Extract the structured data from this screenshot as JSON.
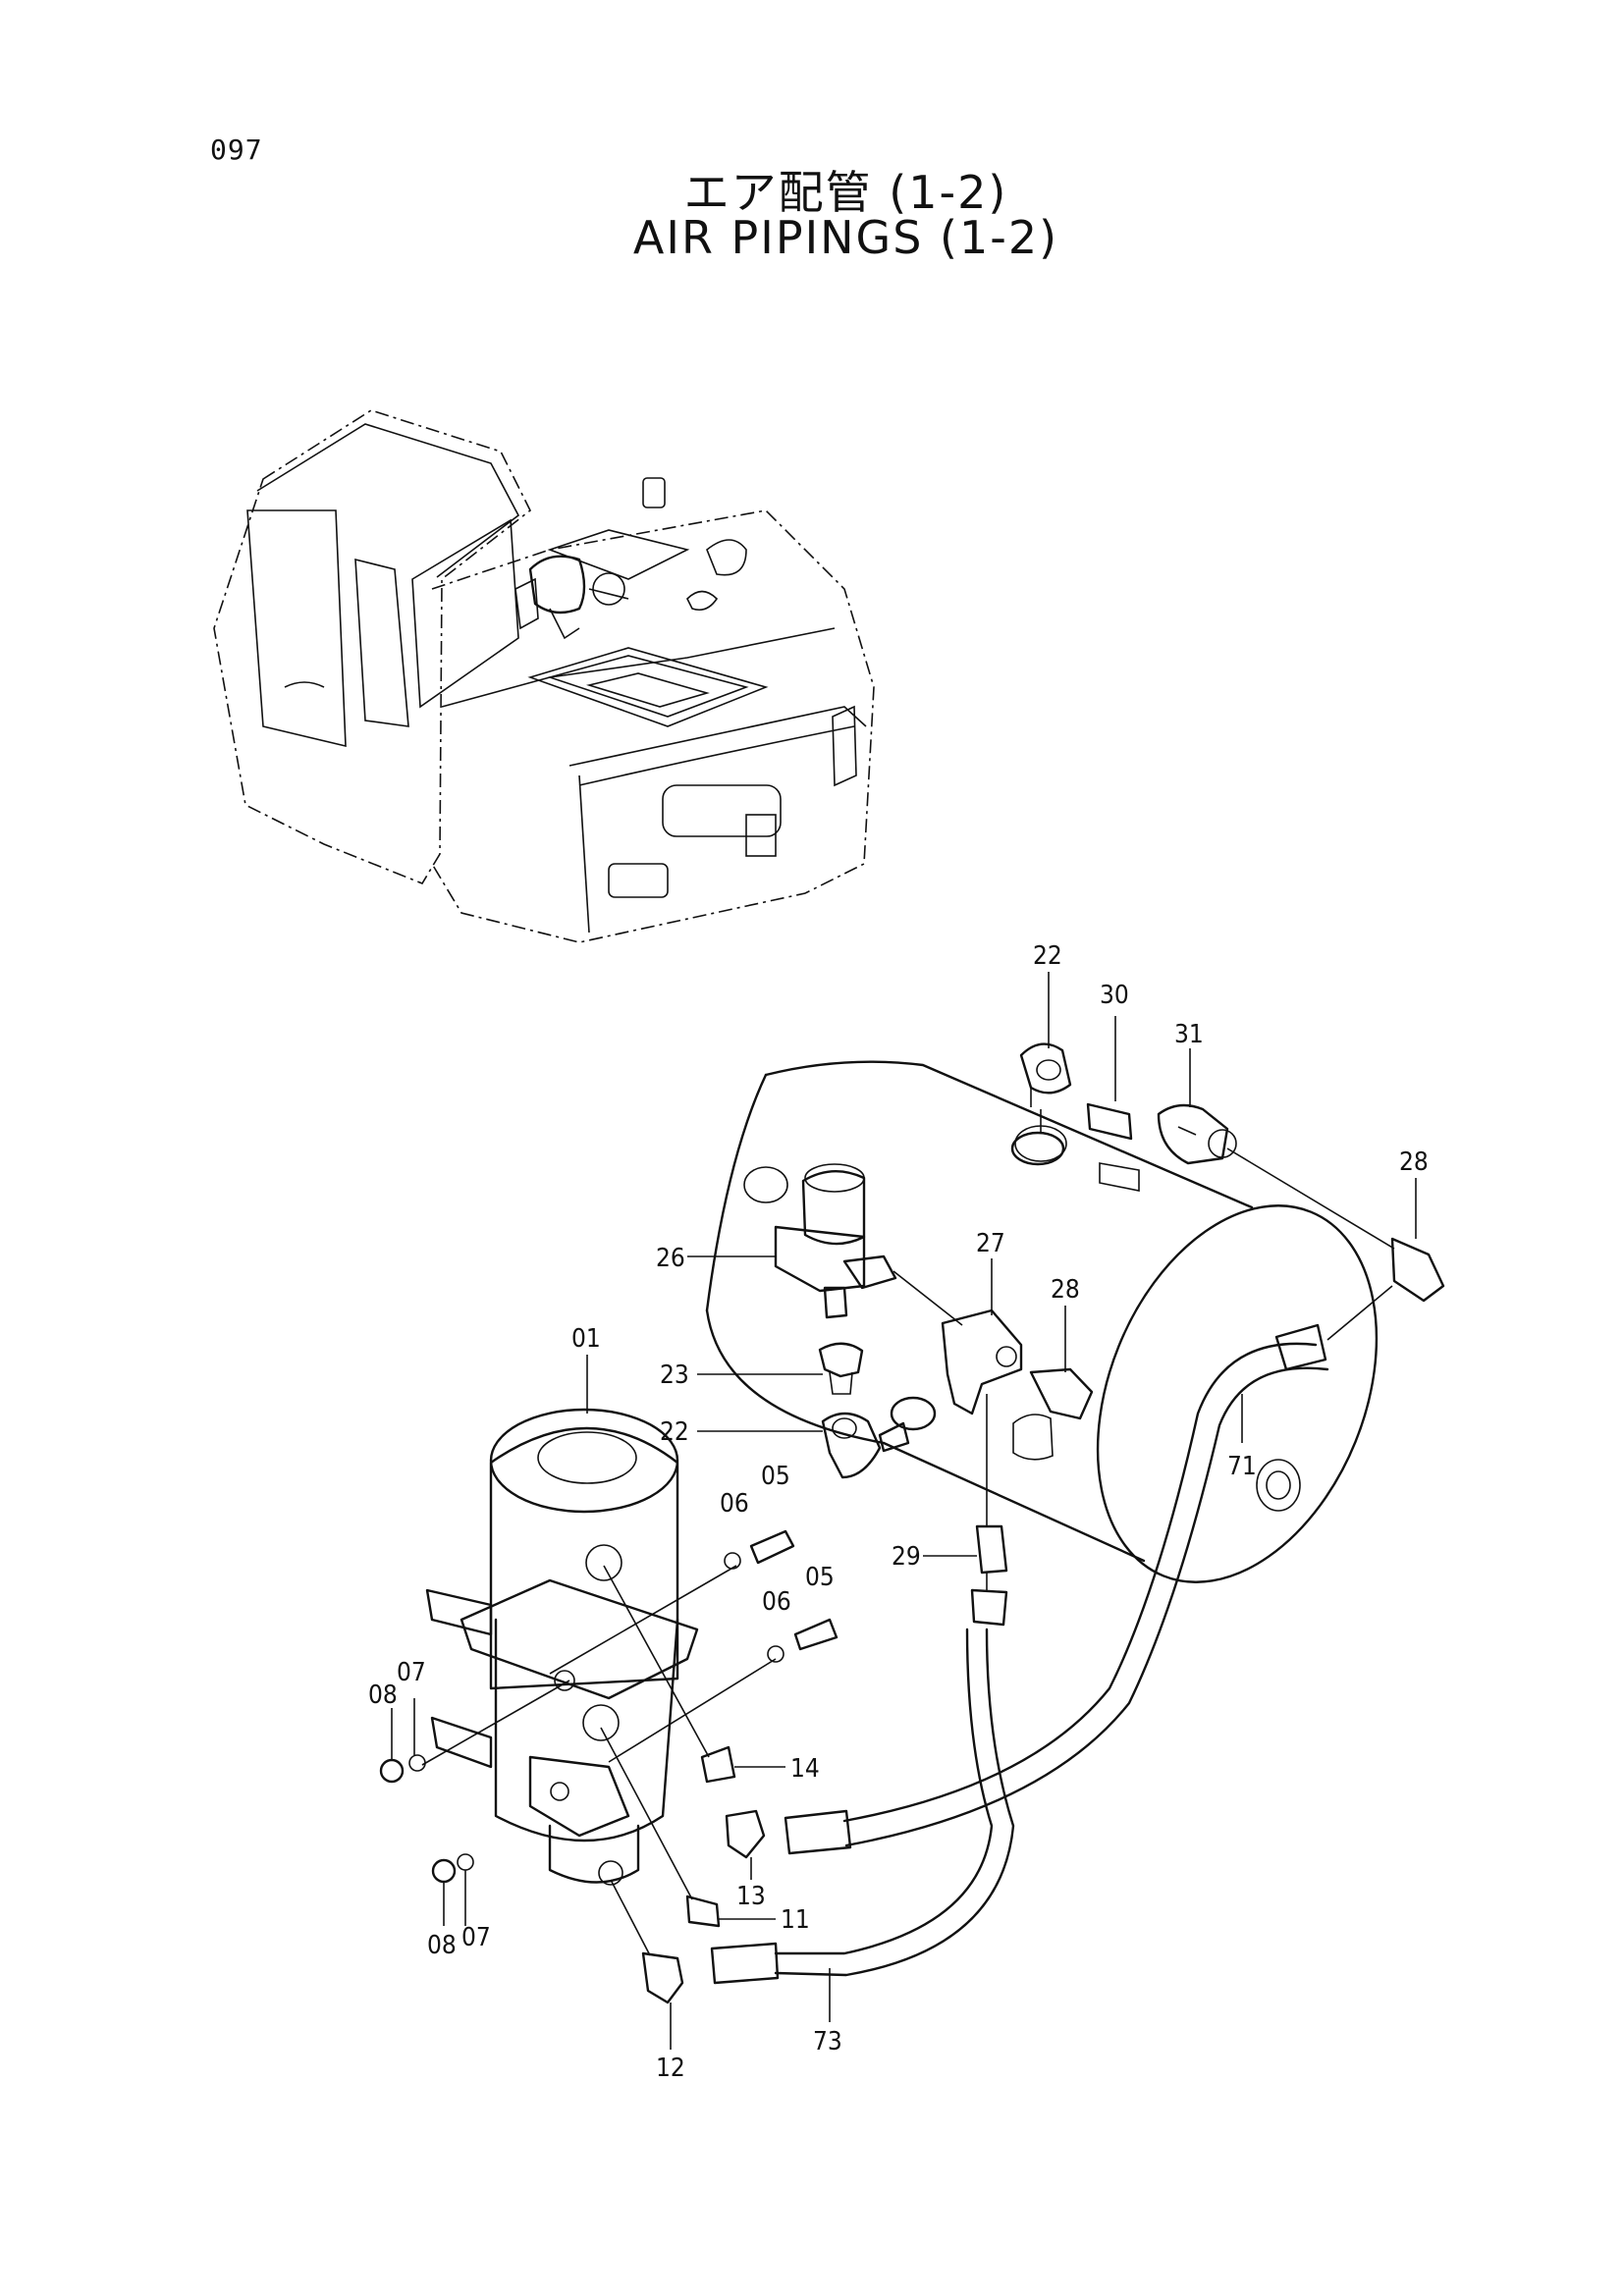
{
  "page": {
    "number": "097",
    "title_jp": "エア配管 (1-2)",
    "title_en": "AIR PIPINGS (1-2)"
  },
  "callouts": [
    {
      "id": "c22a",
      "label": "22"
    },
    {
      "id": "c30",
      "label": "30"
    },
    {
      "id": "c31",
      "label": "31"
    },
    {
      "id": "c28a",
      "label": "28"
    },
    {
      "id": "c26",
      "label": "26"
    },
    {
      "id": "c27",
      "label": "27"
    },
    {
      "id": "c28b",
      "label": "28"
    },
    {
      "id": "c01",
      "label": "01"
    },
    {
      "id": "c23",
      "label": "23"
    },
    {
      "id": "c22b",
      "label": "22"
    },
    {
      "id": "c05a",
      "label": "05"
    },
    {
      "id": "c06a",
      "label": "06"
    },
    {
      "id": "c71",
      "label": "71"
    },
    {
      "id": "c29",
      "label": "29"
    },
    {
      "id": "c06b",
      "label": "06"
    },
    {
      "id": "c05b",
      "label": "05"
    },
    {
      "id": "c07a",
      "label": "07"
    },
    {
      "id": "c08a",
      "label": "08"
    },
    {
      "id": "c14",
      "label": "14"
    },
    {
      "id": "c13",
      "label": "13"
    },
    {
      "id": "c11",
      "label": "11"
    },
    {
      "id": "c08b",
      "label": "08"
    },
    {
      "id": "c07b",
      "label": "07"
    },
    {
      "id": "c12",
      "label": "12"
    },
    {
      "id": "c73",
      "label": "73"
    }
  ]
}
